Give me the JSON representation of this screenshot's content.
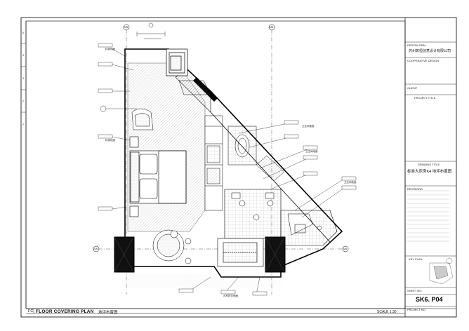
{
  "drawing": {
    "title": "FLOOR COVERING PLAN",
    "title_cn": "地坪布置图",
    "code": "FC",
    "scale": "SCALE 1:30"
  },
  "title_block": {
    "design_firm_label": "DESIGN FIRM",
    "company_name": "苏州筑恒创意设计有限公司",
    "cooperative_label": "COOPERATIVE DESIGN",
    "client_label": "CLIENT",
    "project_label": "PROJECT TITLE",
    "drawing_title_label": "DRAWING TITLE",
    "drawing_name": "标准大床房K4   地坪布置图",
    "revision_label": "REVISIONS",
    "key_plan_label": "KEY PLAN",
    "sheet_label": "SHEET NO.",
    "sheet_no": "SK6. P04",
    "project_no_label": "PROJECT NO."
  },
  "grid_labels": {
    "top_left": "7/B",
    "top_right": "7/B",
    "left": "7/A",
    "right": "7/A"
  },
  "side_labels": [
    "5",
    "4",
    "3",
    "2",
    "1"
  ],
  "tags": {
    "floor_tag": "标准地面",
    "floor_tag2": "卫生间地面",
    "floor_tag3": "石材拼花地面"
  }
}
